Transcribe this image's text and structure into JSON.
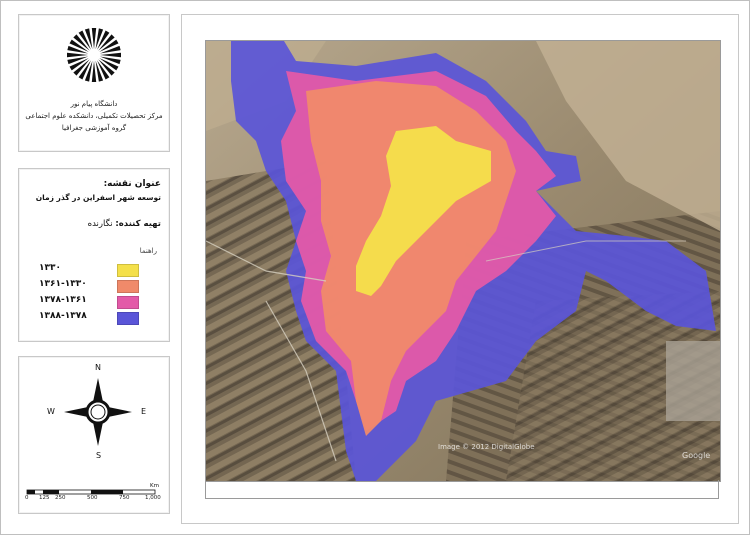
{
  "university": {
    "line1": "دانشگاه پیام نور",
    "line2": "مرکز تحصیلات تکمیلی، دانشکده علوم اجتماعی",
    "line3": "گروه آموزشی جغرافیا"
  },
  "map_info": {
    "title_label": "عنوان نقشه:",
    "title_value": "توسعه شهر اسفراین در گذر زمان",
    "prepared_label": "تهیه کننده:",
    "prepared_value": "نگارنده"
  },
  "legend": {
    "title": "راهنما",
    "items": [
      {
        "label": "۱۳۳۰",
        "color": "#f4e04a"
      },
      {
        "label": "۱۳۶۱-۱۳۳۰",
        "color": "#f08a6a"
      },
      {
        "label": "۱۳۷۸-۱۳۶۱",
        "color": "#e35aa8"
      },
      {
        "label": "۱۳۸۸-۱۳۷۸",
        "color": "#5a55d8"
      }
    ]
  },
  "compass": {
    "n": "N",
    "s": "S",
    "e": "E",
    "w": "W"
  },
  "scale": {
    "unit": "Km",
    "ticks": [
      "0",
      "125",
      "250",
      "500",
      "750",
      "1,000"
    ]
  },
  "imagery": {
    "credit": "Image © 2012 DigitalGlobe",
    "brand": "Google"
  }
}
